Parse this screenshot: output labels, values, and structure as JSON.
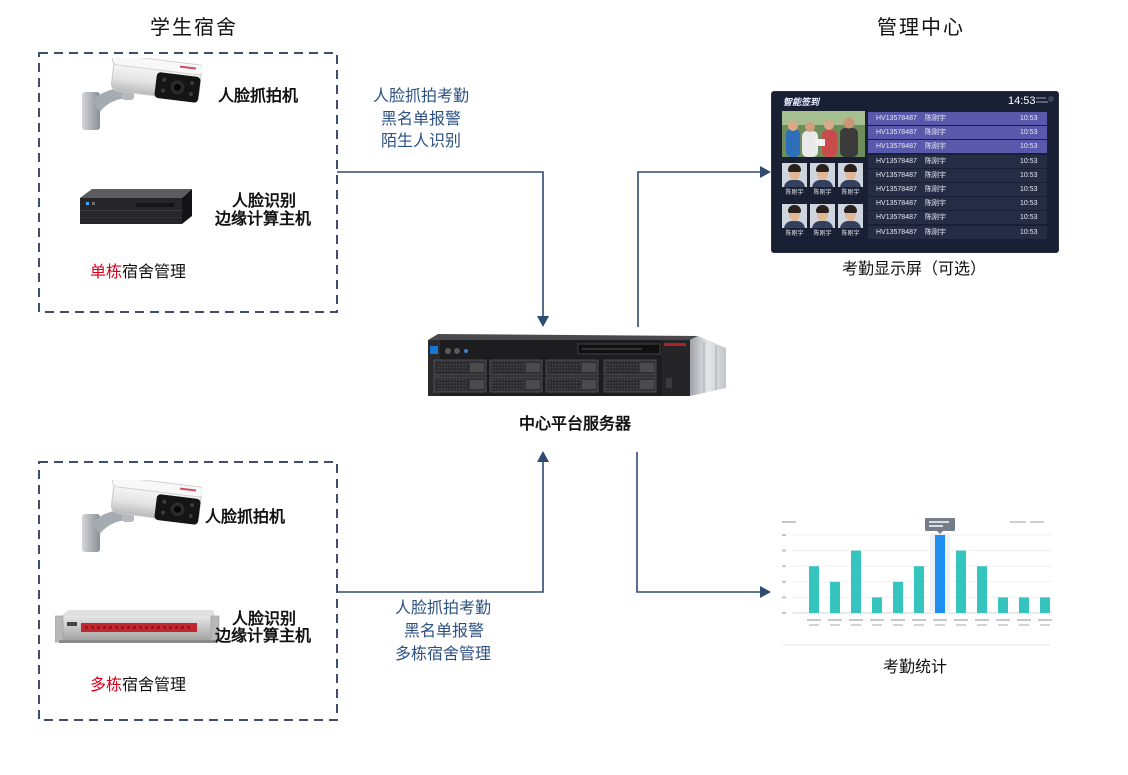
{
  "titles": {
    "dormitory": "学生宿舍",
    "management_center": "管理中心"
  },
  "single_building": {
    "camera_label": "人脸抓拍机",
    "edge_host_label_1": "人脸识别",
    "edge_host_label_2": "边缘计算主机",
    "mode_highlight": "单栋",
    "mode_rest": "宿舍管理"
  },
  "multi_building": {
    "camera_label": "人脸抓拍机",
    "edge_host_label_1": "人脸识别",
    "edge_host_label_2": "边缘计算主机",
    "mode_highlight": "多栋",
    "mode_rest": "宿舍管理"
  },
  "flow_single": {
    "line1": "人脸抓拍考勤",
    "line2": "黑名单报警",
    "line3": "陌生人识别"
  },
  "flow_multi": {
    "line1": "人脸抓拍考勤",
    "line2": "黑名单报警",
    "line3": "多栋宿舍管理"
  },
  "server_label": "中心平台服务器",
  "display": {
    "caption": "考勤显示屏（可选）",
    "app_title": "智能签到",
    "clock": "14:53",
    "thumbnail_names": [
      "陈刚宇",
      "陈刚宇",
      "陈刚宇",
      "陈刚宇",
      "陈刚宇",
      "陈刚宇"
    ],
    "rows": [
      {
        "id": "HV13578487",
        "name": "陈刚宇",
        "time": "10:53",
        "highlighted": true
      },
      {
        "id": "HV13578487",
        "name": "陈刚宇",
        "time": "10:53",
        "highlighted": true
      },
      {
        "id": "HV13578487",
        "name": "陈刚宇",
        "time": "10:53",
        "highlighted": true
      },
      {
        "id": "HV13578487",
        "name": "陈刚宇",
        "time": "10:53",
        "highlighted": false
      },
      {
        "id": "HV13578487",
        "name": "陈刚宇",
        "time": "10:53",
        "highlighted": false
      },
      {
        "id": "HV13578487",
        "name": "陈刚宇",
        "time": "10:53",
        "highlighted": false
      },
      {
        "id": "HV13578487",
        "name": "陈刚宇",
        "time": "10:53",
        "highlighted": false
      },
      {
        "id": "HV13578487",
        "name": "陈刚宇",
        "time": "10:53",
        "highlighted": false
      },
      {
        "id": "HV13578487",
        "name": "陈刚宇",
        "time": "10:53",
        "highlighted": false
      }
    ]
  },
  "statistics": {
    "caption": "考勤统计",
    "values": [
      3,
      2,
      4,
      1,
      2,
      3,
      5,
      4,
      3,
      1,
      1,
      1
    ],
    "highlight_index": 6,
    "y_max": 5,
    "bar_color": "#35c4be",
    "highlight_color": "#1f8ef1"
  }
}
